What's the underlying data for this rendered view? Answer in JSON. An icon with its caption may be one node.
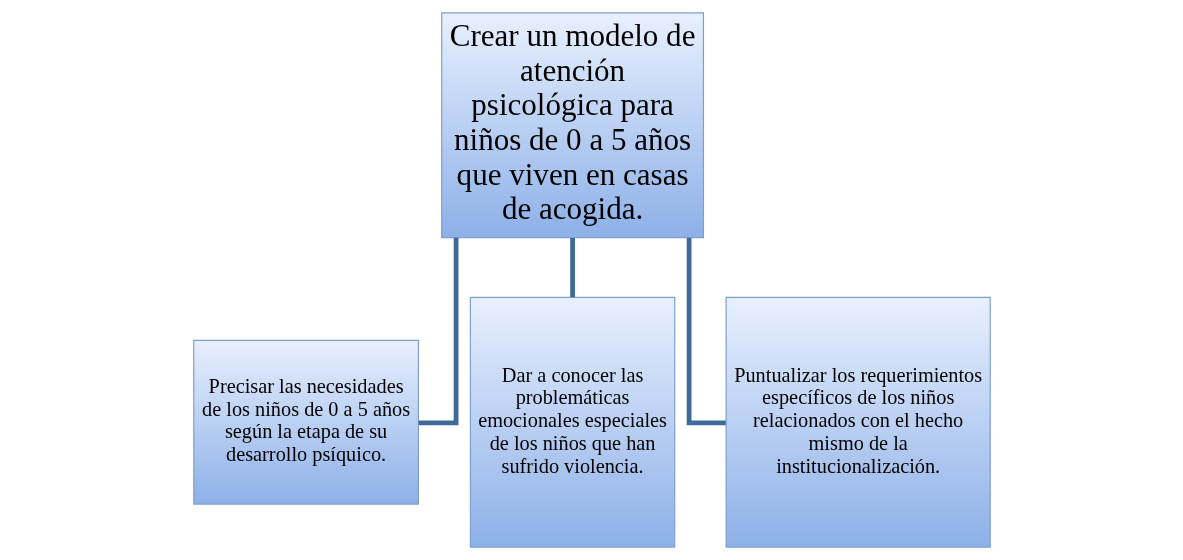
{
  "diagram": {
    "nodes": [
      {
        "text": [
          "Crear un modelo de atención psicológica para niños de 0 a 5 años que viven en casas de acogida."
        ]
      },
      {
        "text": [
          "Precisar las necesidades de los niños de 0 a 5 años según la etapa de su desarrollo psíquico."
        ]
      },
      {
        "text": [
          "Dar a conocer las problemáticas emocionales especiales de los niños que han  sufrido violencia."
        ]
      },
      {
        "text": [
          "Puntualizar los requerimientos específicos de los niños relacionados con el hecho mismo de la institucionalización."
        ]
      }
    ],
    "edges": [
      {
        "from": 0,
        "to": 1,
        "arrow": "none"
      },
      {
        "from": 0,
        "to": 2,
        "arrow": "none"
      },
      {
        "from": 0,
        "to": 3,
        "arrow": "none"
      }
    ]
  }
}
